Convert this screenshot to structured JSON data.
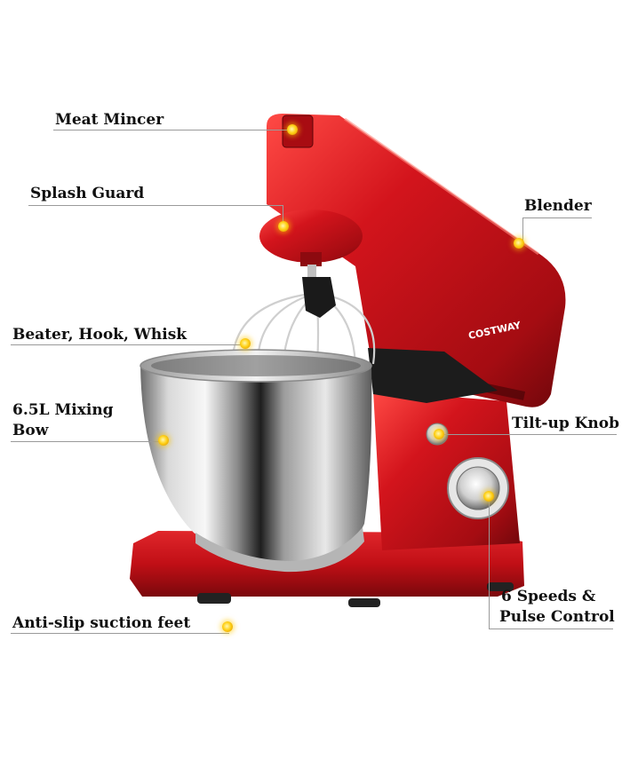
{
  "callouts": {
    "meat_mincer": "Meat Mincer",
    "splash_guard": "Splash Guard",
    "blender": "Blender",
    "beater_hook_whisk": "Beater, Hook, Whisk",
    "bowl_line1": "6.5L Mixing",
    "bowl_line2": "Bow",
    "tilt_up_knob": "Tilt-up Knob",
    "speeds_line1": "6 Speeds &",
    "speeds_line2": "Pulse Control",
    "anti_slip_feet": "Anti-slip suction feet"
  },
  "brand": {
    "logo_text": "COSTWAY"
  },
  "colors": {
    "body_red": "#d3141c",
    "body_dark": "#8e0b10",
    "highlight_yellow": "#ffd21a",
    "leader_gray": "#9a9a9a"
  }
}
